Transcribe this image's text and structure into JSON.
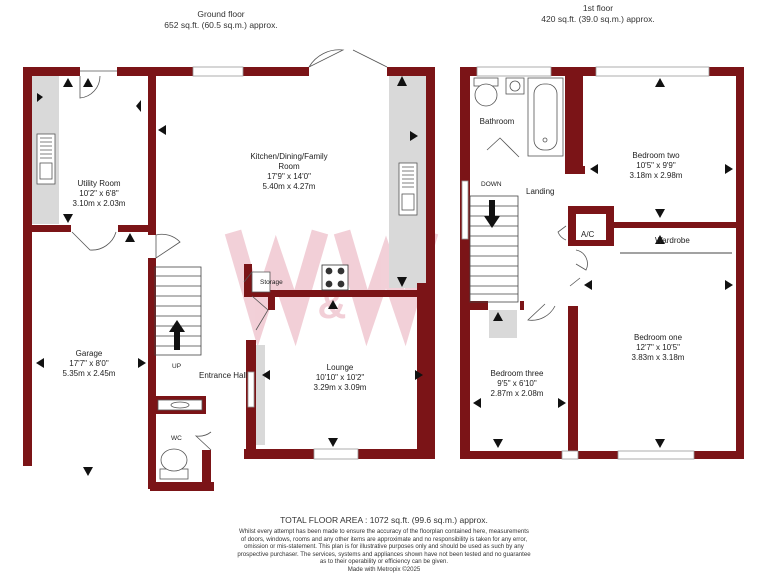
{
  "ground_floor": {
    "title": "Ground floor",
    "area": "652 sq.ft. (60.5 sq.m.) approx.",
    "rooms": {
      "utility": {
        "name": "Utility Room",
        "imperial": "10'2\" x 6'8\"",
        "metric": "3.10m  x 2.03m"
      },
      "kitchen": {
        "name_line1": "Kitchen/Dining/Family",
        "name_line2": "Room",
        "imperial": "17'9\" x 14'0\"",
        "metric": "5.40m  x 4.27m"
      },
      "garage": {
        "name": "Garage",
        "imperial": "17'7\" x 8'0\"",
        "metric": "5.35m  x 2.45m"
      },
      "lounge": {
        "name": "Lounge",
        "imperial": "10'10\" x 10'2\"",
        "metric": "3.29m  x 3.09m"
      },
      "entrance_hall": {
        "name": "Entrance Hall"
      },
      "storage": {
        "name": "Storage"
      },
      "wc": {
        "name": "WC"
      },
      "stairs_label": "UP"
    }
  },
  "first_floor": {
    "title": "1st floor",
    "area": "420 sq.ft. (39.0 sq.m.) approx.",
    "rooms": {
      "bathroom": {
        "name": "Bathroom"
      },
      "bedroom_two": {
        "name": "Bedroom two",
        "imperial": "10'5\" x 9'9\"",
        "metric": "3.18m  x 2.98m"
      },
      "landing": {
        "name": "Landing"
      },
      "ac": {
        "name": "A/C"
      },
      "wardrobe": {
        "name": "Wardrobe"
      },
      "bedroom_one": {
        "name": "Bedroom one",
        "imperial": "12'7\" x 10'5\"",
        "metric": "3.83m  x 3.18m"
      },
      "bedroom_three": {
        "name": "Bedroom three",
        "imperial": "9'5\" x 6'10\"",
        "metric": "2.87m  x 2.08m"
      },
      "stairs_label": "DOWN"
    }
  },
  "footer": {
    "total": "TOTAL FLOOR AREA : 1072 sq.ft. (99.6 sq.m.) approx.",
    "disclaimer_lines": [
      "Whilst every attempt has been made to ensure the accuracy of the floorplan contained here, measurements",
      "of doors, windows, rooms and any other items are approximate and no responsibility is taken for any error,",
      "omission or mis-statement. This plan is for illustrative purposes only and should be used as such by any",
      "prospective purchaser. The services, systems and appliances shown have not been tested and no guarantee",
      "as to their operability or efficiency can be given."
    ],
    "made_with": "Made with Metropix ©2025"
  },
  "colors": {
    "wall": "#7b1417",
    "watermark": "#e8a9b8",
    "floor": "#ffffff",
    "fixture_grey": "#d9d9d9"
  },
  "icons": [
    "dimension-arrow-icon",
    "sink-icon",
    "hob-icon",
    "toilet-icon",
    "bath-icon",
    "basin-icon",
    "stairs-arrow-icon",
    "watermark-logo"
  ]
}
